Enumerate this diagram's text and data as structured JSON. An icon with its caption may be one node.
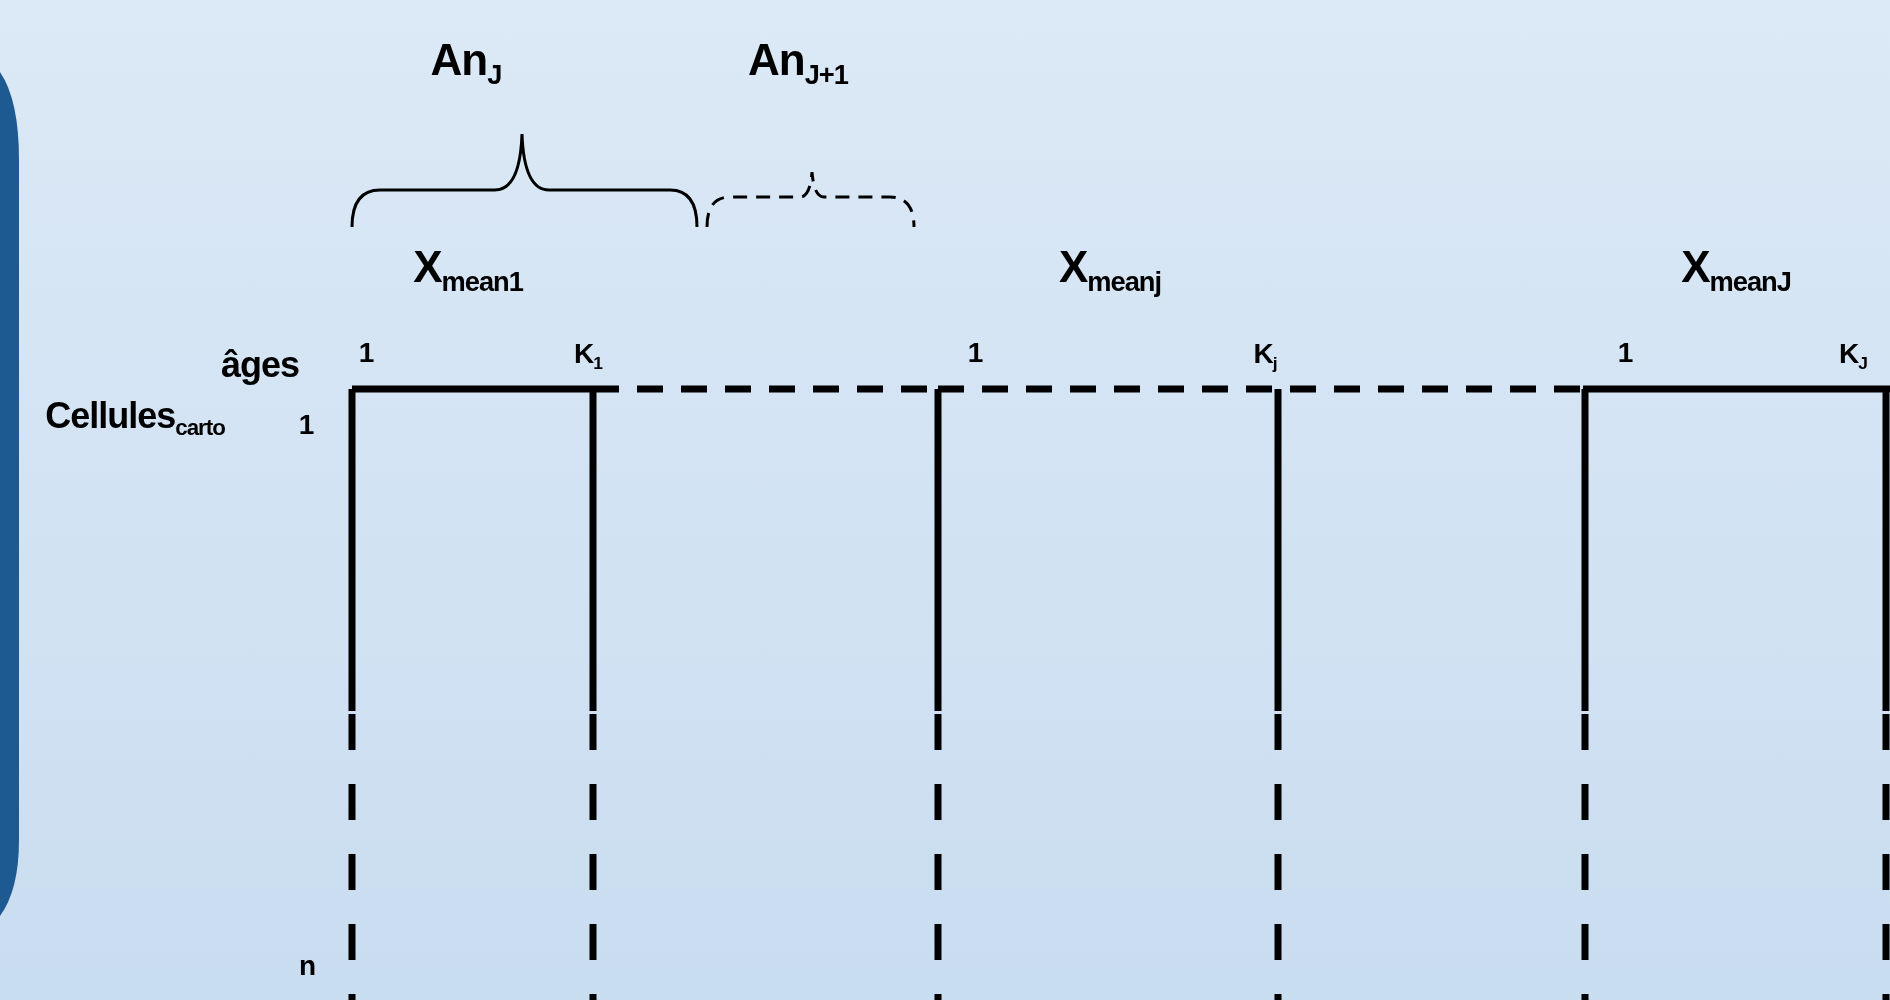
{
  "diagram": {
    "labels": [
      "An$_{J}$",
      "An$_{J+1}$",
      "X$_{mean1}$",
      "X$_{meanj}$",
      "X$_{meanJ}$",
      "âges",
      "1",
      "K$_{1}$",
      "1",
      "K$_{j}$",
      "1",
      "K$_{J}$",
      "Cellules$_{carto}$",
      "1",
      "n"
    ]
  }
}
